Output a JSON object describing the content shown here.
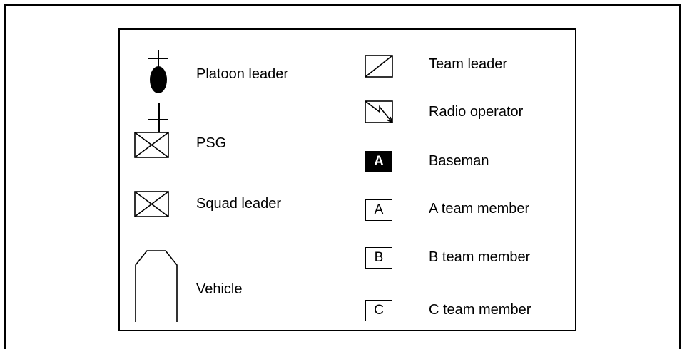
{
  "legend": {
    "left_column": [
      {
        "label": "Platoon leader",
        "icon": "platoon-leader-symbol"
      },
      {
        "label": "PSG",
        "icon": "psg-symbol"
      },
      {
        "label": "Squad leader",
        "icon": "squad-leader-symbol"
      },
      {
        "label": "Vehicle",
        "icon": "vehicle-symbol"
      }
    ],
    "right_column": [
      {
        "label": "Team leader",
        "icon": "team-leader-symbol"
      },
      {
        "label": "Radio operator",
        "icon": "radio-operator-symbol"
      },
      {
        "label": "Baseman",
        "icon": "baseman-symbol",
        "letter": "A"
      },
      {
        "label": "A team member",
        "icon": "a-team-member-symbol",
        "letter": "A"
      },
      {
        "label": "B team member",
        "icon": "b-team-member-symbol",
        "letter": "B"
      },
      {
        "label": "C team member",
        "icon": "c-team-member-symbol",
        "letter": "C"
      }
    ]
  }
}
